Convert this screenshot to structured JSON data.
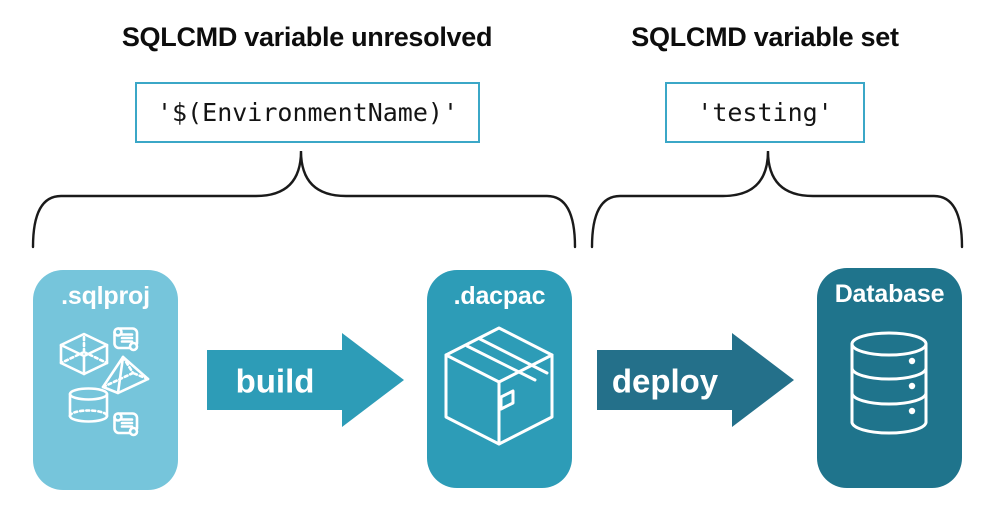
{
  "headings": {
    "left": "SQLCMD variable unresolved",
    "right": "SQLCMD variable set"
  },
  "code_boxes": {
    "left": {
      "value": "'$(EnvironmentName)'"
    },
    "right": {
      "value": "'testing'"
    }
  },
  "pipeline": {
    "cards": [
      {
        "label": ".sqlproj",
        "icon": "sql-objects-and-scripts-icon"
      },
      {
        "label": ".dacpac",
        "icon": "package-box-icon"
      },
      {
        "label": "Database",
        "icon": "database-cylinder-icon"
      }
    ],
    "arrows": [
      {
        "label": "build"
      },
      {
        "label": "deploy"
      }
    ]
  },
  "colors": {
    "card-light": "#76C5DB",
    "card-mid": "#2D9CB7",
    "card-dark": "#1F748C",
    "arrow-build": "#2D9CB7",
    "arrow-deploy": "#24708A",
    "box-border": "#3BA7C7"
  }
}
